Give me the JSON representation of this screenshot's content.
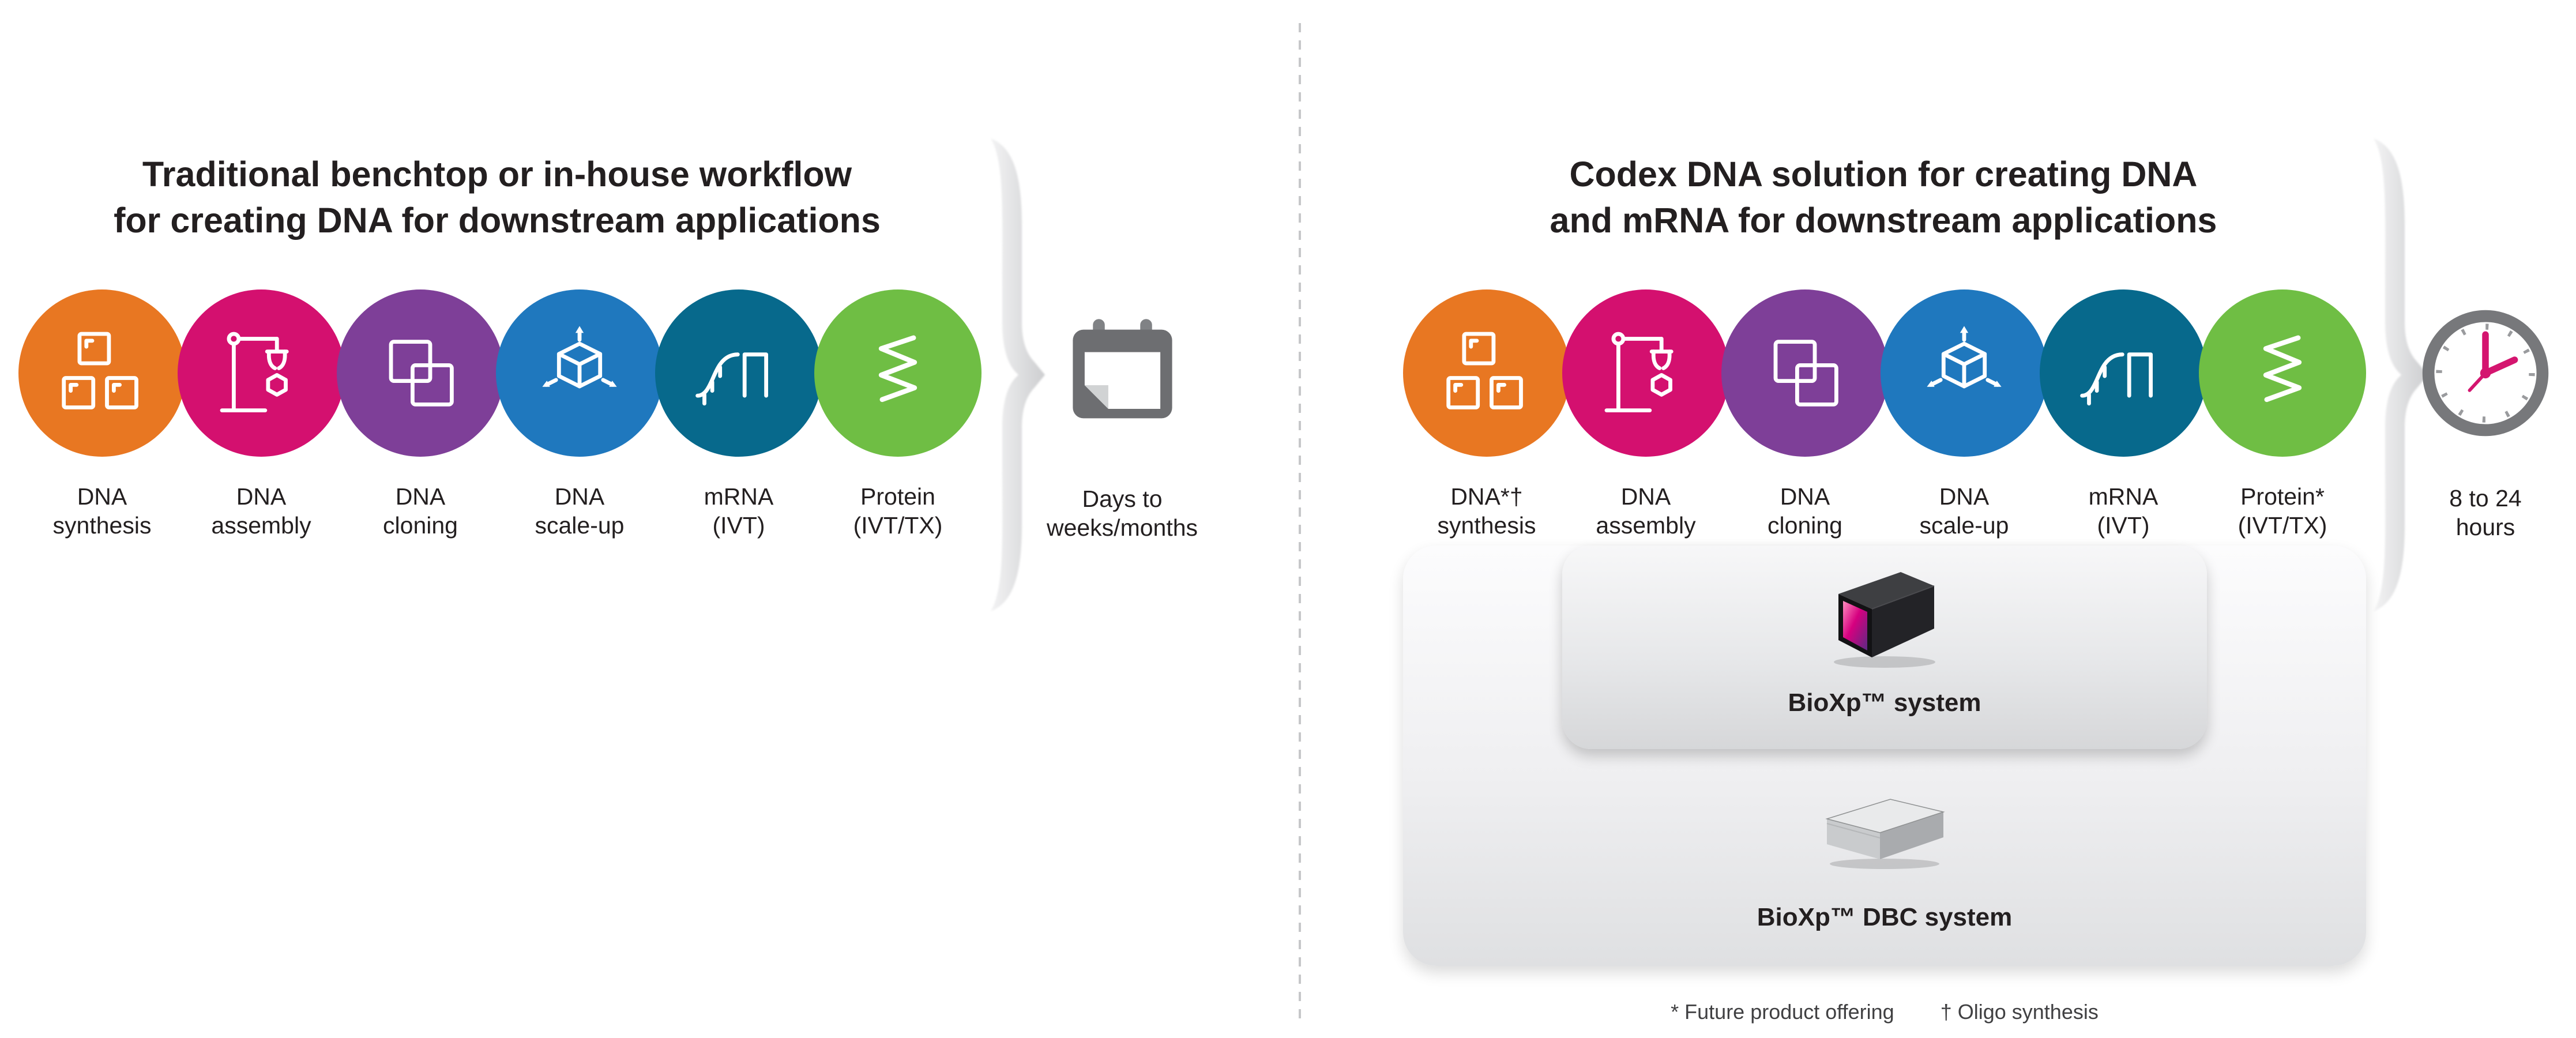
{
  "left": {
    "title": {
      "l1": "Traditional benchtop or in-house workflow",
      "l2": "for creating DNA for downstream applications"
    },
    "steps": [
      {
        "l1": "DNA",
        "l2": "synthesis",
        "color": "#E87722",
        "icon": "dna-synthesis-blocks-icon"
      },
      {
        "l1": "DNA",
        "l2": "assembly",
        "color": "#D4106F",
        "icon": "assembly-robot-arm-icon"
      },
      {
        "l1": "DNA",
        "l2": "cloning",
        "color": "#7E3F98",
        "icon": "cloning-overlap-squares-icon"
      },
      {
        "l1": "DNA",
        "l2": "scale-up",
        "color": "#1F78BE",
        "icon": "scale-up-cube-arrows-icon"
      },
      {
        "l1": "mRNA",
        "l2": "(IVT)",
        "color": "#07698C",
        "icon": "mrna-transcription-wave-icon"
      },
      {
        "l1": "Protein",
        "l2": "(IVT/TX)",
        "color": "#6FBE44",
        "icon": "protein-ribbon-icon"
      }
    ],
    "outcome": {
      "l1": "Days to",
      "l2": "weeks/months",
      "icon": "calendar-icon"
    }
  },
  "right": {
    "title": {
      "l1": "Codex DNA solution for creating DNA",
      "l2": "and mRNA for downstream applications"
    },
    "steps": [
      {
        "l1": "DNA*†",
        "l2": "synthesis",
        "color": "#E87722",
        "icon": "dna-synthesis-blocks-icon"
      },
      {
        "l1": "DNA",
        "l2": "assembly",
        "color": "#D4106F",
        "icon": "assembly-robot-arm-icon"
      },
      {
        "l1": "DNA",
        "l2": "cloning",
        "color": "#7E3F98",
        "icon": "cloning-overlap-squares-icon"
      },
      {
        "l1": "DNA",
        "l2": "scale-up",
        "color": "#1F78BE",
        "icon": "scale-up-cube-arrows-icon"
      },
      {
        "l1": "mRNA",
        "l2": "(IVT)",
        "color": "#07698C",
        "icon": "mrna-transcription-wave-icon"
      },
      {
        "l1": "Protein*",
        "l2": "(IVT/TX)",
        "color": "#6FBE44",
        "icon": "protein-ribbon-icon"
      }
    ],
    "outcome": {
      "l1": "8 to 24",
      "l2": "hours",
      "icon": "clock-icon"
    },
    "panels": {
      "bioxp": "BioXp™ system",
      "dbc": "BioXp™ DBC system"
    },
    "footnote": {
      "f1": "* Future product offering",
      "f2": "† Oligo synthesis"
    }
  },
  "colors": {
    "icon_gray": "#6D6E71",
    "accent_pink": "#D4156F",
    "panel_gray": "#E6E7E8",
    "divider_gray": "#C6C7C9"
  }
}
